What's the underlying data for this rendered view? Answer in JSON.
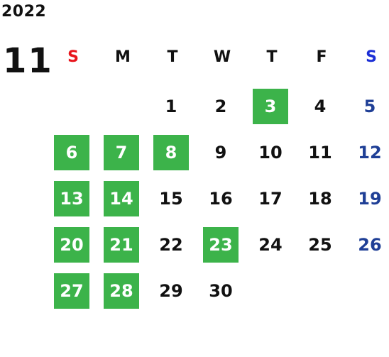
{
  "calendar": {
    "year": "2022",
    "month": "11",
    "weekdays": [
      {
        "label": "S",
        "color": "#e8141b"
      },
      {
        "label": "M",
        "color": "#111111"
      },
      {
        "label": "T",
        "color": "#111111"
      },
      {
        "label": "W",
        "color": "#111111"
      },
      {
        "label": "T",
        "color": "#111111"
      },
      {
        "label": "F",
        "color": "#111111"
      },
      {
        "label": "S",
        "color": "#1c2fd6"
      }
    ],
    "highlight_color": "#3cb34a",
    "weeks": [
      [
        null,
        null,
        {
          "day": "1",
          "highlighted": false
        },
        {
          "day": "2",
          "highlighted": false
        },
        {
          "day": "3",
          "highlighted": true
        },
        {
          "day": "4",
          "highlighted": false
        },
        {
          "day": "5",
          "highlighted": false
        }
      ],
      [
        {
          "day": "6",
          "highlighted": true
        },
        {
          "day": "7",
          "highlighted": true
        },
        {
          "day": "8",
          "highlighted": true
        },
        {
          "day": "9",
          "highlighted": false
        },
        {
          "day": "10",
          "highlighted": false
        },
        {
          "day": "11",
          "highlighted": false
        },
        {
          "day": "12",
          "highlighted": false
        }
      ],
      [
        {
          "day": "13",
          "highlighted": true
        },
        {
          "day": "14",
          "highlighted": true
        },
        {
          "day": "15",
          "highlighted": false
        },
        {
          "day": "16",
          "highlighted": false
        },
        {
          "day": "17",
          "highlighted": false
        },
        {
          "day": "18",
          "highlighted": false
        },
        {
          "day": "19",
          "highlighted": false
        }
      ],
      [
        {
          "day": "20",
          "highlighted": true
        },
        {
          "day": "21",
          "highlighted": true
        },
        {
          "day": "22",
          "highlighted": false
        },
        {
          "day": "23",
          "highlighted": true
        },
        {
          "day": "24",
          "highlighted": false
        },
        {
          "day": "25",
          "highlighted": false
        },
        {
          "day": "26",
          "highlighted": false
        }
      ],
      [
        {
          "day": "27",
          "highlighted": true
        },
        {
          "day": "28",
          "highlighted": true
        },
        {
          "day": "29",
          "highlighted": false
        },
        {
          "day": "30",
          "highlighted": false
        },
        null,
        null,
        null
      ]
    ]
  }
}
